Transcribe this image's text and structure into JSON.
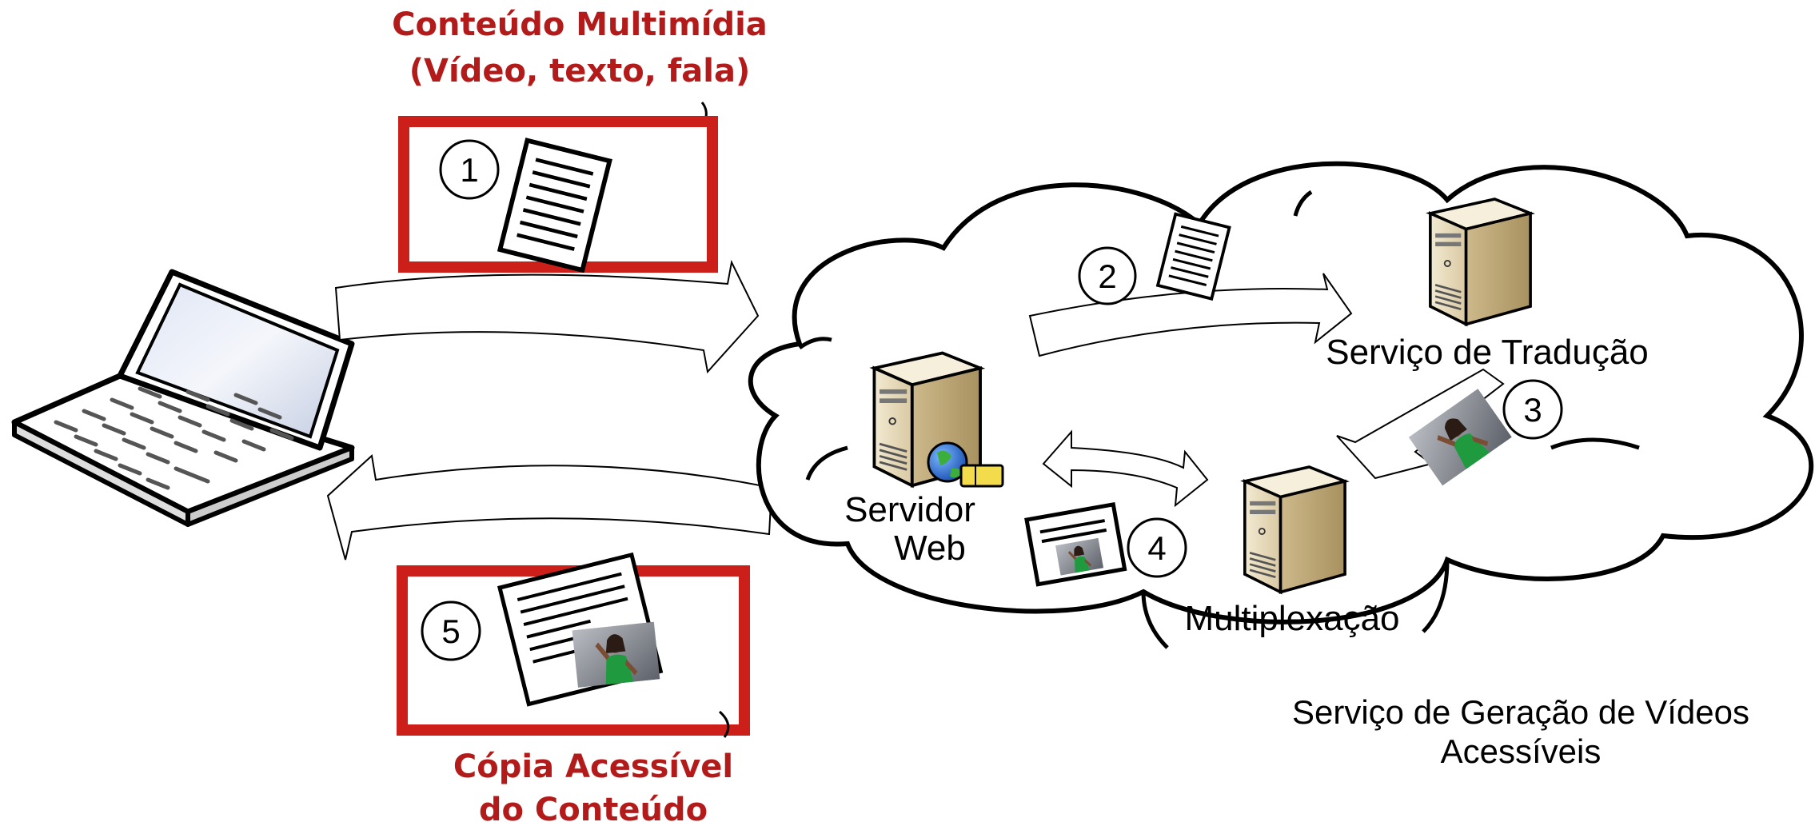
{
  "top_title": {
    "line1": "Conteúdo Multimídia",
    "line2": "(Vídeo, texto, fala)"
  },
  "bottom_title": {
    "line1": "Cópia Acessível",
    "line2": "do Conteúdo"
  },
  "labels": {
    "web_server_line1": "Servidor",
    "web_server_line2": "Web",
    "translation": "Serviço de Tradução",
    "multiplex": "Multiplexação",
    "cloud_line1": "Serviço de Geração de Vídeos",
    "cloud_line2": "Acessíveis"
  },
  "steps": [
    "1",
    "2",
    "3",
    "4",
    "5"
  ],
  "colors": {
    "accent_red": "#cc1f1a",
    "title_red": "#b31b1b",
    "server_beige": "#e8dcc0"
  },
  "icons": [
    "laptop-icon",
    "document-icon",
    "server-icon",
    "globe-icon",
    "video-thumbnail-icon"
  ]
}
